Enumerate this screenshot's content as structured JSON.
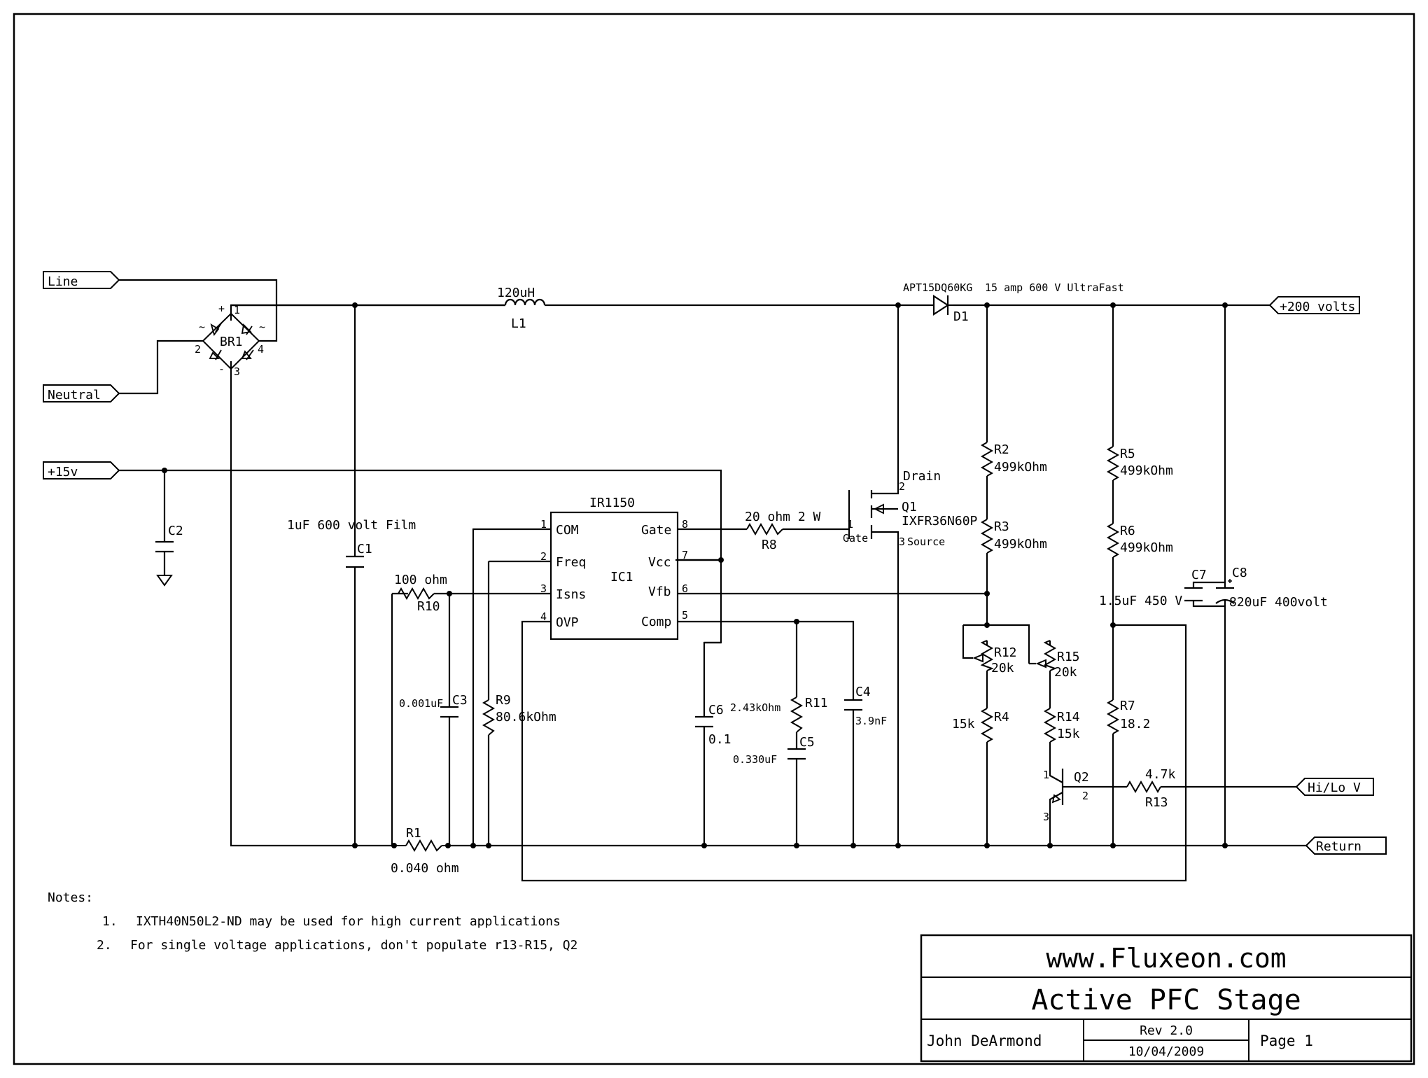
{
  "ports": {
    "line": "Line",
    "neutral": "Neutral",
    "p15": "+15v",
    "p200": "+200 volts",
    "hilo": "Hi/Lo V",
    "ret": "Return"
  },
  "bridge": {
    "ref": "BR1",
    "p1": "1",
    "p2": "2",
    "p3": "3",
    "p4": "4",
    "plus": "+",
    "minus": "-",
    "ac1": "~",
    "ac2": "~"
  },
  "inductor": {
    "value": "120uH",
    "ref": "L1"
  },
  "diode": {
    "part": "APT15DQ60KG",
    "desc": "15 amp 600 V UltraFast",
    "ref": "D1"
  },
  "mosfet": {
    "ref": "Q1",
    "part": "IXFR36N60P",
    "drain": "Drain",
    "gate": "Gate",
    "source": "Source",
    "p1": "1",
    "p2": "2",
    "p3": "3"
  },
  "ic": {
    "title": "IR1150",
    "ref": "IC1",
    "pins": [
      {
        "num": "1",
        "name": "COM"
      },
      {
        "num": "2",
        "name": "Freq"
      },
      {
        "num": "3",
        "name": "Isns"
      },
      {
        "num": "4",
        "name": "OVP"
      },
      {
        "num": "8",
        "name": "Gate"
      },
      {
        "num": "7",
        "name": "Vcc"
      },
      {
        "num": "6",
        "name": "Vfb"
      },
      {
        "num": "5",
        "name": "Comp"
      }
    ]
  },
  "parts": {
    "c1_value": "1uF 600 volt Film",
    "c1_ref": "C1",
    "c2_ref": "C2",
    "c3_value": "0.001uF",
    "c3_ref": "C3",
    "c4_ref": "C4",
    "c4_value": "3.9nF",
    "c5_ref": "C5",
    "c5_value": "0.330uF",
    "c6_ref": "C6",
    "c6_value": "0.1",
    "c7_ref": "C7",
    "c7_value": "1.5uF 450 V",
    "c8_ref": "C8",
    "c8_value": "820uF 400volt",
    "r1_ref": "R1",
    "r1_value": "0.040 ohm",
    "r2_ref": "R2",
    "r2_value": "499kOhm",
    "r3_ref": "R3",
    "r3_value": "499kOhm",
    "r4_ref": "R4",
    "r4_value": "15k",
    "r5_ref": "R5",
    "r5_value": "499kOhm",
    "r6_ref": "R6",
    "r6_value": "499kOhm",
    "r7_ref": "R7",
    "r7_value": "18.2",
    "r8_value": "20 ohm 2 W",
    "r8_ref": "R8",
    "r9_ref": "R9",
    "r9_value": "80.6kOhm",
    "r10_value": "100 ohm",
    "r10_ref": "R10",
    "r11_value": "2.43kOhm",
    "r11_ref": "R11",
    "r12_ref": "R12",
    "r12_value": "20k",
    "r13_value": "4.7k",
    "r13_ref": "R13",
    "r14_ref": "R14",
    "r14_value": "15k",
    "r15_ref": "R15",
    "r15_value": "20k",
    "q2_ref": "Q2",
    "q2_p1": "1",
    "q2_p2": "2",
    "q2_p3": "3"
  },
  "notes": {
    "title": "Notes:",
    "items": [
      {
        "num": "1.",
        "text": "IXTH40N50L2-ND may be used for high current applications"
      },
      {
        "num": "2.",
        "text": "For single voltage applications, don't populate r13-R15, Q2"
      }
    ]
  },
  "titleblock": {
    "website": "www.Fluxeon.com",
    "title": "Active PFC Stage",
    "author": "John DeArmond",
    "rev": "Rev 2.0",
    "date": "10/04/2009",
    "page": "Page 1"
  }
}
